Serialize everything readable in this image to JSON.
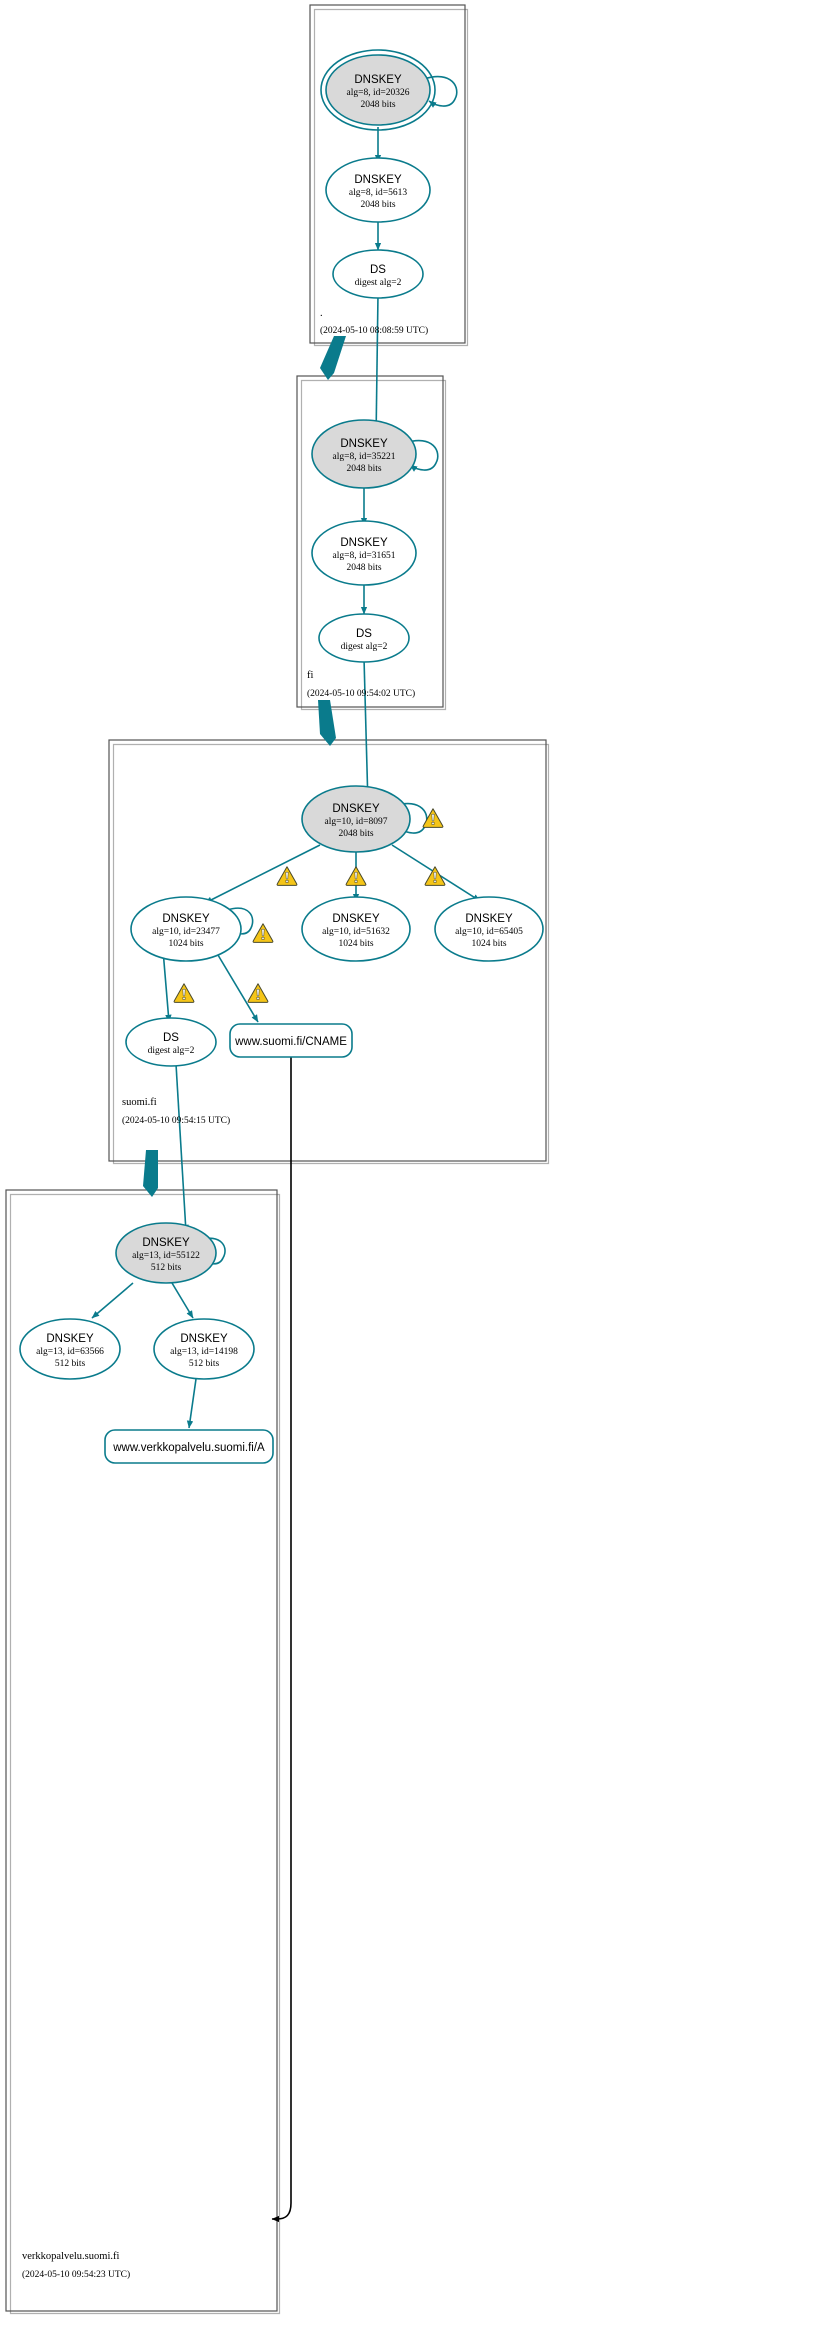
{
  "diagram": {
    "title": "DNSSEC Authentication Chain",
    "colors": {
      "edge": "#0a7b8c",
      "secure_node_fill": "#d9d9d9",
      "node_fill": "#ffffff",
      "zone_border": "#545454",
      "warning": "#f5c518"
    }
  },
  "zones": [
    {
      "id": "root",
      "label": ".",
      "timestamp": "(2024-05-10 08:08:59 UTC)",
      "nodes": [
        {
          "id": "root-ksk",
          "type": "DNSKEY",
          "title": "DNSKEY",
          "line1": "alg=8, id=20326",
          "line2": "2048 bits",
          "secure": true,
          "trust_anchor": true
        },
        {
          "id": "root-zsk",
          "type": "DNSKEY",
          "title": "DNSKEY",
          "line1": "alg=8, id=5613",
          "line2": "2048 bits",
          "secure": false,
          "trust_anchor": false
        },
        {
          "id": "root-ds-fi",
          "type": "DS",
          "title": "DS",
          "line1": "digest alg=2",
          "line2": "",
          "secure": false,
          "trust_anchor": false
        }
      ]
    },
    {
      "id": "fi",
      "label": "fi",
      "timestamp": "(2024-05-10 09:54:02 UTC)",
      "nodes": [
        {
          "id": "fi-ksk",
          "type": "DNSKEY",
          "title": "DNSKEY",
          "line1": "alg=8, id=35221",
          "line2": "2048 bits",
          "secure": true,
          "trust_anchor": false
        },
        {
          "id": "fi-zsk",
          "type": "DNSKEY",
          "title": "DNSKEY",
          "line1": "alg=8, id=31651",
          "line2": "2048 bits",
          "secure": false,
          "trust_anchor": false
        },
        {
          "id": "fi-ds-suomi",
          "type": "DS",
          "title": "DS",
          "line1": "digest alg=2",
          "line2": "",
          "secure": false,
          "trust_anchor": false
        }
      ]
    },
    {
      "id": "suomi-fi",
      "label": "suomi.fi",
      "timestamp": "(2024-05-10 09:54:15 UTC)",
      "nodes": [
        {
          "id": "suomi-ksk",
          "type": "DNSKEY",
          "title": "DNSKEY",
          "line1": "alg=10, id=8097",
          "line2": "2048 bits",
          "secure": true,
          "trust_anchor": false
        },
        {
          "id": "suomi-zsk-23477",
          "type": "DNSKEY",
          "title": "DNSKEY",
          "line1": "alg=10, id=23477",
          "line2": "1024 bits",
          "secure": false,
          "trust_anchor": false
        },
        {
          "id": "suomi-zsk-51632",
          "type": "DNSKEY",
          "title": "DNSKEY",
          "line1": "alg=10, id=51632",
          "line2": "1024 bits",
          "secure": false,
          "trust_anchor": false
        },
        {
          "id": "suomi-zsk-65405",
          "type": "DNSKEY",
          "title": "DNSKEY",
          "line1": "alg=10, id=65405",
          "line2": "1024 bits",
          "secure": false,
          "trust_anchor": false
        },
        {
          "id": "suomi-ds-verkko",
          "type": "DS",
          "title": "DS",
          "line1": "digest alg=2",
          "line2": "",
          "secure": false,
          "trust_anchor": false
        }
      ],
      "rrsets": [
        {
          "id": "www-suomi-cname",
          "label": "www.suomi.fi/CNAME"
        }
      ]
    },
    {
      "id": "verkkopalvelu-suomi-fi",
      "label": "verkkopalvelu.suomi.fi",
      "timestamp": "(2024-05-10 09:54:23 UTC)",
      "nodes": [
        {
          "id": "verkko-ksk",
          "type": "DNSKEY",
          "title": "DNSKEY",
          "line1": "alg=13, id=55122",
          "line2": "512 bits",
          "secure": true,
          "trust_anchor": false
        },
        {
          "id": "verkko-zsk-63566",
          "type": "DNSKEY",
          "title": "DNSKEY",
          "line1": "alg=13, id=63566",
          "line2": "512 bits",
          "secure": false,
          "trust_anchor": false
        },
        {
          "id": "verkko-zsk-14198",
          "type": "DNSKEY",
          "title": "DNSKEY",
          "line1": "alg=13, id=14198",
          "line2": "512 bits",
          "secure": false,
          "trust_anchor": false
        }
      ],
      "rrsets": [
        {
          "id": "www-verkko-a",
          "label": "www.verkkopalvelu.suomi.fi/A"
        }
      ]
    }
  ],
  "warnings": [
    {
      "id": "warn-suomi-ksk-self",
      "for": "suomi-ksk"
    },
    {
      "id": "warn-suomi-ksk-23477",
      "for": "suomi-zsk-23477"
    },
    {
      "id": "warn-suomi-ksk-51632",
      "for": "suomi-zsk-51632"
    },
    {
      "id": "warn-suomi-ksk-65405",
      "for": "suomi-zsk-65405"
    },
    {
      "id": "warn-23477-self",
      "for": "suomi-zsk-23477"
    },
    {
      "id": "warn-23477-ds",
      "for": "suomi-ds-verkko"
    },
    {
      "id": "warn-23477-cname",
      "for": "www-suomi-cname"
    }
  ]
}
